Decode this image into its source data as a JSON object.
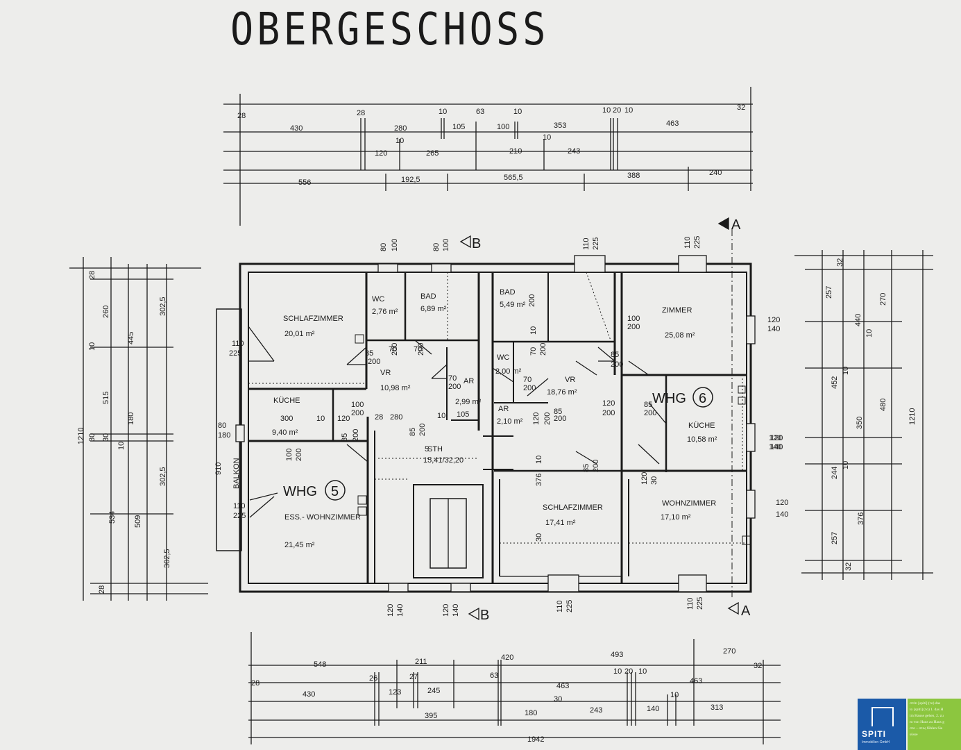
{
  "title": "OBERGESCHOSS",
  "top_dims": {
    "row1": [
      "28",
      "28",
      "10",
      "63",
      "10",
      "10",
      "20",
      "10",
      "32"
    ],
    "row2": [
      "430",
      "280",
      "105",
      "100",
      "353",
      "463"
    ],
    "row3": [
      "120",
      "10",
      "265",
      "210",
      "10",
      "243"
    ],
    "row4": [
      "556",
      "192,5",
      "565,5",
      "388",
      "240"
    ]
  },
  "bottom_dims": {
    "row1": [
      "548",
      "211",
      "420",
      "493",
      "270"
    ],
    "row2": [
      "28",
      "26",
      "27",
      "63",
      "10",
      "20",
      "10",
      "32"
    ],
    "row3": [
      "430",
      "123",
      "245",
      "463",
      "463"
    ],
    "row4": [
      "395",
      "180",
      "30",
      "243",
      "140",
      "10",
      "313"
    ],
    "total": "1942"
  },
  "left_dims": [
    "28",
    "260",
    "445",
    "302,5",
    "10",
    "515",
    "30",
    "180",
    "1210",
    "30",
    "10",
    "302,5",
    "534",
    "509",
    "302,5",
    "28",
    "80",
    "180",
    "910",
    "110",
    "225",
    "110",
    "225"
  ],
  "right_dims": [
    "32",
    "257",
    "270",
    "10",
    "440",
    "10",
    "452",
    "350",
    "480",
    "1210",
    "10",
    "244",
    "376",
    "257",
    "32",
    "120",
    "140",
    "120",
    "140",
    "120",
    "140",
    "120",
    "140"
  ],
  "openings": [
    "80",
    "100",
    "80",
    "100",
    "110",
    "225",
    "110",
    "225",
    "120",
    "140",
    "120",
    "140",
    "110",
    "225",
    "110",
    "225"
  ],
  "section_marks": {
    "a": "A",
    "b": "B"
  },
  "units": {
    "whg5": {
      "label": "WHG",
      "number": "5"
    },
    "whg6": {
      "label": "WHG",
      "number": "6"
    }
  },
  "rooms": [
    {
      "name": "SCHLAFZIMMER",
      "area": "20,01 m²"
    },
    {
      "name": "WC",
      "area": "2,76 m²"
    },
    {
      "name": "BAD",
      "area": "6,89 m²"
    },
    {
      "name": "VR",
      "area": "10,98 m²"
    },
    {
      "name": "AR",
      "area": "2,99 m²"
    },
    {
      "name": "KÜCHE",
      "area": "9,40 m²"
    },
    {
      "name": "ESS.- WOHNZIMMER",
      "area": "21,45 m²"
    },
    {
      "name": "STH",
      "area": "15,41/32,20"
    },
    {
      "name": "BAD",
      "area": "5,49 m²"
    },
    {
      "name": "WC",
      "area": "2,00 m²"
    },
    {
      "name": "VR",
      "area": "18,76 m²"
    },
    {
      "name": "AR",
      "area": "2,10 m²"
    },
    {
      "name": "ZIMMER",
      "area": "25,08 m²"
    },
    {
      "name": "KÜCHE",
      "area": "10,58 m²"
    },
    {
      "name": "SCHLAFZIMMER",
      "area": "17,41 m²"
    },
    {
      "name": "WOHNZIMMER",
      "area": "17,10 m²"
    }
  ],
  "balcony": "BALKON",
  "door_dims": [
    "85",
    "200",
    "70",
    "200",
    "100",
    "200",
    "70",
    "200",
    "70",
    "200",
    "85",
    "200",
    "120",
    "200",
    "85",
    "200",
    "100",
    "200",
    "28",
    "280",
    "10",
    "105",
    "300",
    "10",
    "120",
    "85",
    "200",
    "100",
    "200",
    "85",
    "200",
    "70",
    "200",
    "10",
    "200",
    "70",
    "200",
    "85",
    "200",
    "120",
    "200",
    "85",
    "200",
    "120",
    "30",
    "10",
    "376",
    "30",
    "5"
  ],
  "logo": {
    "name": "SPITI",
    "sub": "Immobilien GmbH",
    "text": "σπίτι [spíti] (το) das\nto [spíti] (το) 1. das H\nim Hause gehen, 2. zu\nm von Haus zu Haus g\nστο – στος fühlen Sie\nsüsse"
  },
  "colors": {
    "line": "#1a1a1a",
    "paper": "#ededeb",
    "logo_blue": "#1b5aa8",
    "logo_green": "#8cc63f"
  }
}
